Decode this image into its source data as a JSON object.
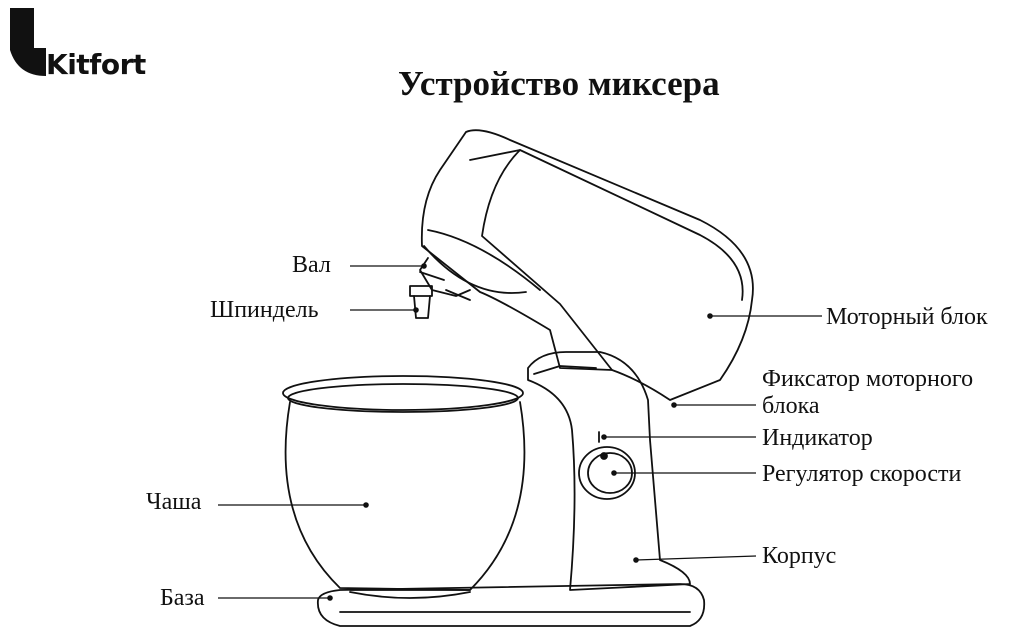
{
  "brand": {
    "name": "Kitfort"
  },
  "title": "Устройство миксера",
  "labels": {
    "shaft": "Вал",
    "spindle": "Шпиндель",
    "motor_block": "Моторный блок",
    "motor_lock_line1": "Фиксатор моторного",
    "motor_lock_line2": "блока",
    "indicator": "Индикатор",
    "speed_control": "Регулятор скорости",
    "bowl": "Чаша",
    "base": "База",
    "housing": "Корпус"
  }
}
